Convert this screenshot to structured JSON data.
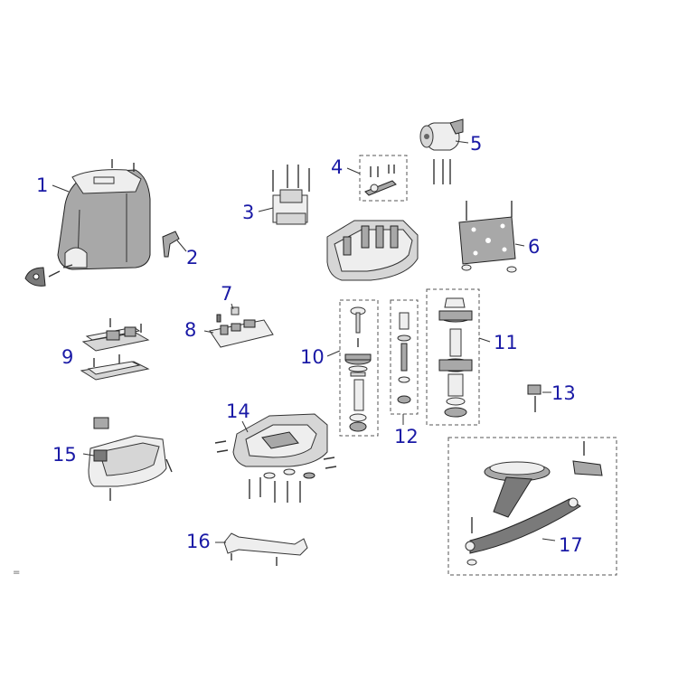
{
  "diagram": {
    "parts": [
      {
        "id": "p1",
        "label": "1"
      },
      {
        "id": "p2",
        "label": "2"
      },
      {
        "id": "p3",
        "label": "3"
      },
      {
        "id": "p4",
        "label": "4"
      },
      {
        "id": "p5",
        "label": "5"
      },
      {
        "id": "p6",
        "label": "6"
      },
      {
        "id": "p7",
        "label": "7"
      },
      {
        "id": "p8",
        "label": "8"
      },
      {
        "id": "p9",
        "label": "9"
      },
      {
        "id": "p10",
        "label": "10"
      },
      {
        "id": "p11",
        "label": "11"
      },
      {
        "id": "p12",
        "label": "12"
      },
      {
        "id": "p13",
        "label": "13"
      },
      {
        "id": "p14",
        "label": "14"
      },
      {
        "id": "p15",
        "label": "15"
      },
      {
        "id": "p16",
        "label": "16"
      },
      {
        "id": "p17",
        "label": "17"
      }
    ],
    "corner_mark": "=",
    "label_color": "#1a1aa6"
  }
}
